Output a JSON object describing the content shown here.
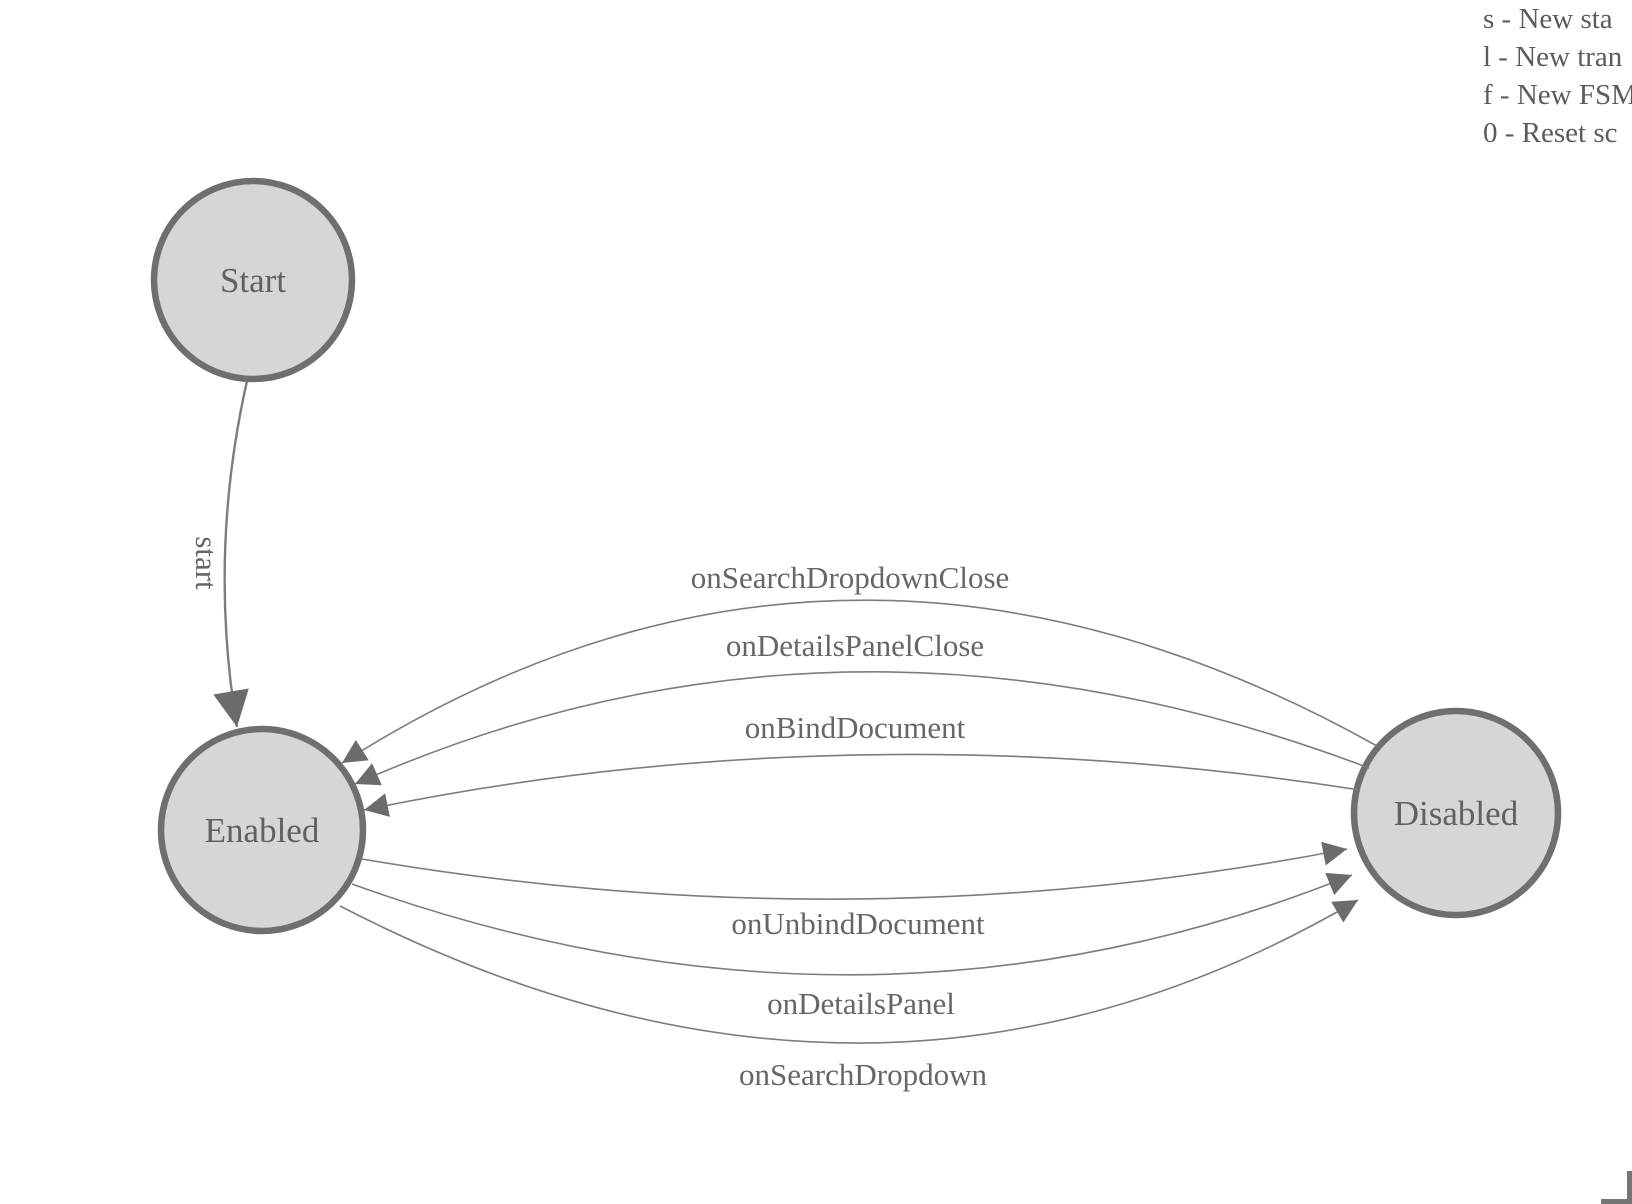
{
  "colors": {
    "background": "#ffffff",
    "state_fill": "#d6d6d6",
    "state_stroke": "#6f6f6f",
    "edge_stroke": "#7d7d7d",
    "arrow_fill": "#6b6b6b",
    "label_text": "#666666",
    "legend_text": "#5b5b5b"
  },
  "legend": {
    "lines": [
      "s - New sta",
      "l - New tran",
      "f - New FSM",
      "0 - Reset sc"
    ]
  },
  "fsm": {
    "states": [
      {
        "label": "Start"
      },
      {
        "label": "Enabled"
      },
      {
        "label": "Disabled"
      }
    ],
    "transitions": [
      {
        "label": "start",
        "from": "Start",
        "to": "Enabled"
      },
      {
        "label": "onSearchDropdownClose",
        "from": "Disabled",
        "to": "Enabled"
      },
      {
        "label": "onDetailsPanelClose",
        "from": "Disabled",
        "to": "Enabled"
      },
      {
        "label": "onBindDocument",
        "from": "Disabled",
        "to": "Enabled"
      },
      {
        "label": "onUnbindDocument",
        "from": "Enabled",
        "to": "Disabled"
      },
      {
        "label": "onDetailsPanel",
        "from": "Enabled",
        "to": "Disabled"
      },
      {
        "label": "onSearchDropdown",
        "from": "Enabled",
        "to": "Disabled"
      }
    ]
  }
}
